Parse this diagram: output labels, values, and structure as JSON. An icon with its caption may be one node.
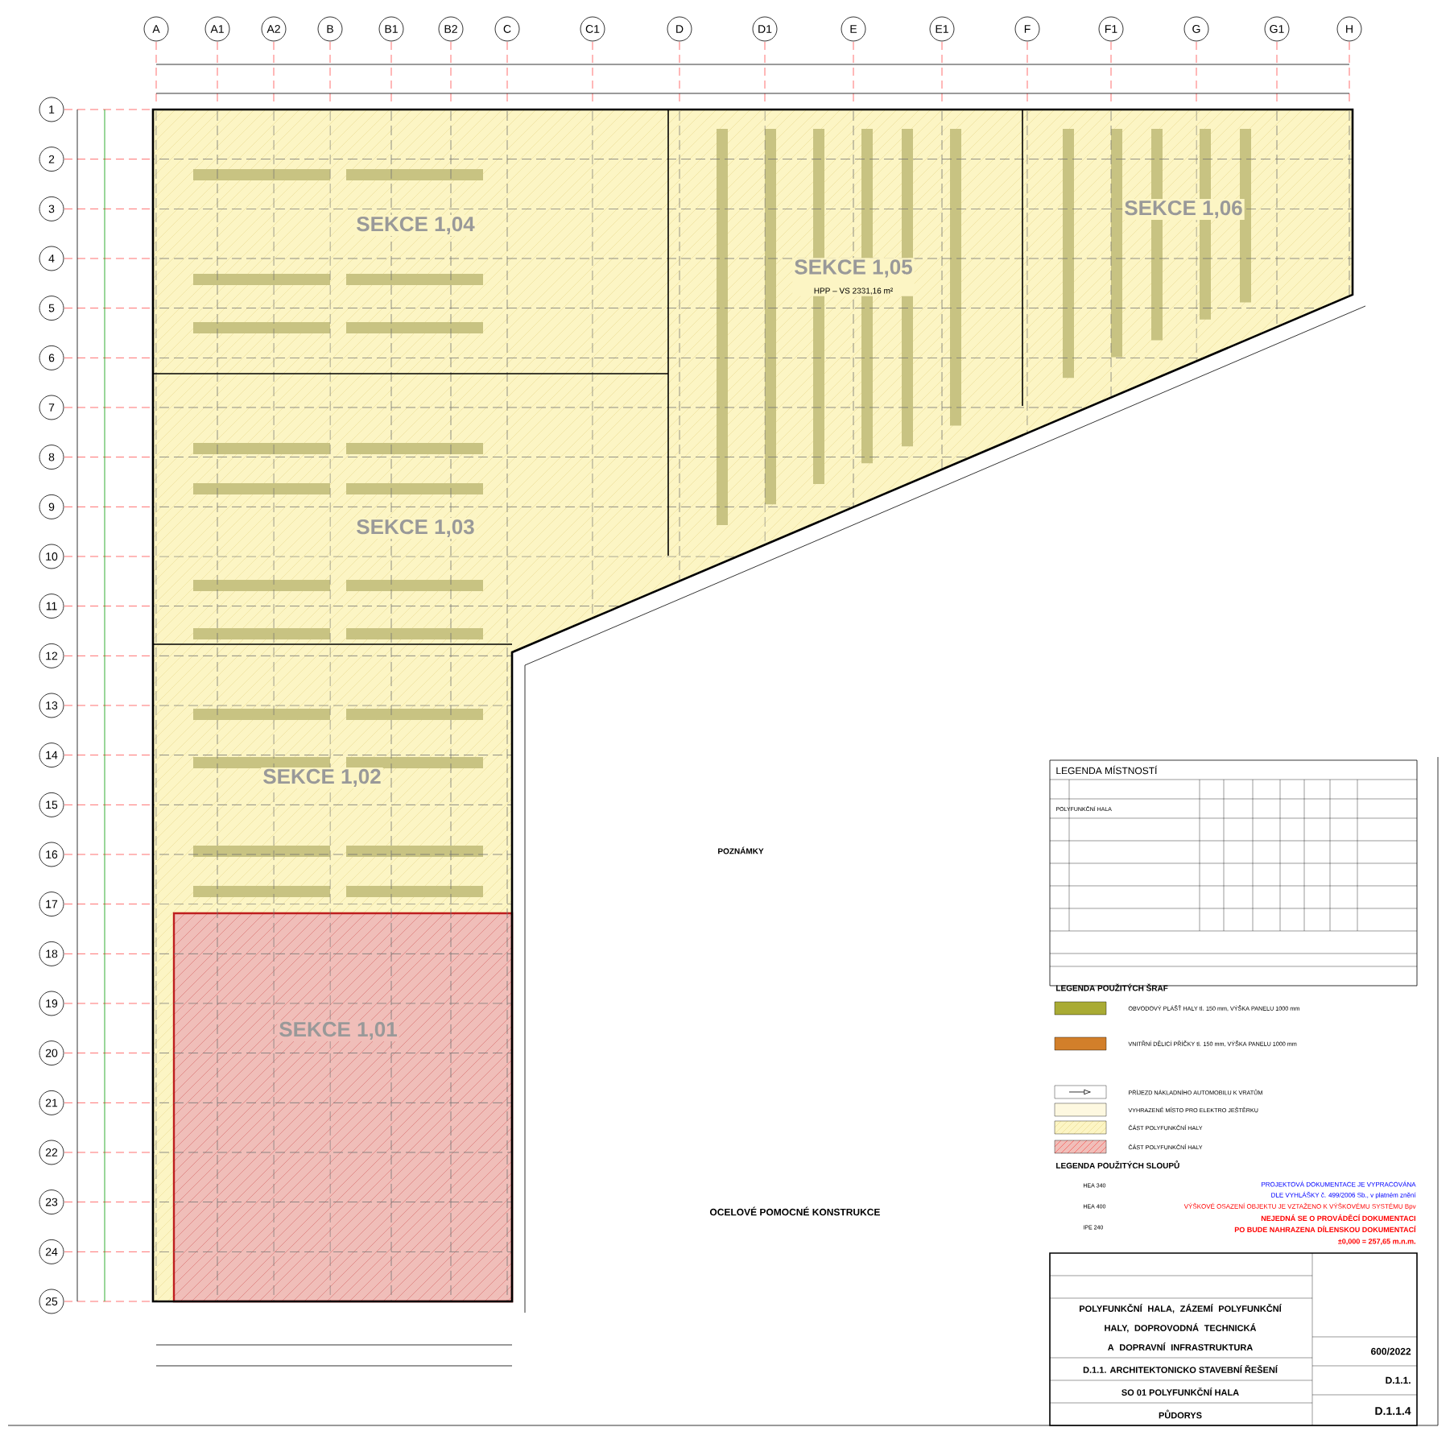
{
  "diagram": {
    "nodes": [
      {
        "text": [
          "A"
        ]
      },
      {
        "text": [
          "A1"
        ]
      },
      {
        "text": [
          "A2"
        ]
      },
      {
        "text": [
          "B"
        ]
      },
      {
        "text": [
          "B1"
        ]
      },
      {
        "text": [
          "B2"
        ]
      },
      {
        "text": [
          "C"
        ]
      },
      {
        "text": [
          "C1"
        ]
      },
      {
        "text": [
          "D"
        ]
      },
      {
        "text": [
          "D1"
        ]
      },
      {
        "text": [
          "E"
        ]
      },
      {
        "text": [
          "E1"
        ]
      },
      {
        "text": [
          "F"
        ]
      },
      {
        "text": [
          "F1"
        ]
      },
      {
        "text": [
          "G"
        ]
      },
      {
        "text": [
          "G1"
        ]
      },
      {
        "text": [
          "H"
        ]
      },
      {
        "text": [
          "1"
        ]
      },
      {
        "text": [
          "2"
        ]
      },
      {
        "text": [
          "3"
        ]
      },
      {
        "text": [
          "4"
        ]
      },
      {
        "text": [
          "5"
        ]
      },
      {
        "text": [
          "6"
        ]
      },
      {
        "text": [
          "7"
        ]
      },
      {
        "text": [
          "8"
        ]
      },
      {
        "text": [
          "9"
        ]
      },
      {
        "text": [
          "10"
        ]
      },
      {
        "text": [
          "11"
        ]
      },
      {
        "text": [
          "12"
        ]
      },
      {
        "text": [
          "13"
        ]
      },
      {
        "text": [
          "14"
        ]
      },
      {
        "text": [
          "15"
        ]
      },
      {
        "text": [
          "16"
        ]
      },
      {
        "text": [
          "17"
        ]
      },
      {
        "text": [
          "18"
        ]
      },
      {
        "text": [
          "19"
        ]
      },
      {
        "text": [
          "20"
        ]
      },
      {
        "text": [
          "21"
        ]
      },
      {
        "text": [
          "22"
        ]
      },
      {
        "text": [
          "23"
        ]
      },
      {
        "text": [
          "24"
        ]
      },
      {
        "text": [
          "25"
        ]
      },
      {
        "text": [
          "SEKCE 1,04"
        ]
      },
      {
        "text": [
          "SEKCE 1,05",
          "HPP – VS 2331,16 m²"
        ]
      },
      {
        "text": [
          "SEKCE 1,06"
        ]
      },
      {
        "text": [
          "SEKCE 1,03"
        ]
      },
      {
        "text": [
          "SEKCE 1,02"
        ]
      },
      {
        "text": [
          "SEKCE 1,01"
        ]
      }
    ],
    "labels": [
      "POZNÁMKY",
      "OCELOVÉ POMOCNÉ KONSTRUKCE",
      "LEGENDA MÍSTNOSTÍ",
      "POLYFUNKČNÍ HALA",
      "LEGENDA POUŽITÝCH ŠRAF",
      "LEGENDA POUŽITÝCH SLOUPŮ",
      "HEA 340",
      "HEA 400",
      "IPE 240",
      "PROJEKTOVÁ DOKUMENTACE JE VYPRACOVÁNA",
      "DLE VYHLÁŠKY č. 499/2006 Sb., v platném znění",
      "VÝŠKOVÉ OSAZENÍ OBJEKTU JE VZTAŽENO K VÝŠKOVÉMU SYSTÉMU Bpv",
      "NEJEDNÁ SE O PROVÁDĚCÍ DOKUMENTACI",
      "PO BUDE NAHRAZENA DÍLENSKOU DOKUMENTACÍ",
      "±0,000 = 257,65 m.n.m.",
      "POLYFUNKČNÍ HALA, ZÁZEMÍ POLYFUNKČNÍ HALY, DOPROVODNÁ TECHNICKÁ A DOPRAVNÍ INFRASTRUKTURA",
      "D.1.1. ARCHITEKTONICKO STAVEBNÍ ŘEŠENÍ",
      "SO 01 POLYFUNKČNÍ HALA",
      "PŮDORYS",
      "600/2022",
      "D.1.1.",
      "D.1.1.4"
    ],
    "legend": [
      {
        "text": "OBVODOVÝ PLÁŠŤ HALY tl. 150 mm, VÝŠKA PANELU 1000 mm",
        "color": "#a9ab34"
      },
      {
        "text": "VNITŘNÍ DĚLICÍ PŘÍČKY tl. 150 mm, VÝŠKA PANELU 1000 mm",
        "color": "#d27f2a"
      },
      {
        "text": "PŘÍJEZD NÁKLADNÍHO AUTOMOBILU K VRATŮM"
      },
      {
        "text": "VYHRAZENÉ MÍSTO PRO ELEKTRO JEŠTĚRKU",
        "color": "#fdf8e0"
      },
      {
        "text": "ČÁST POLYFUNKČNÍ HALY"
      },
      {
        "text": "ČÁST POLYFUNKČNÍ HALY"
      }
    ]
  }
}
